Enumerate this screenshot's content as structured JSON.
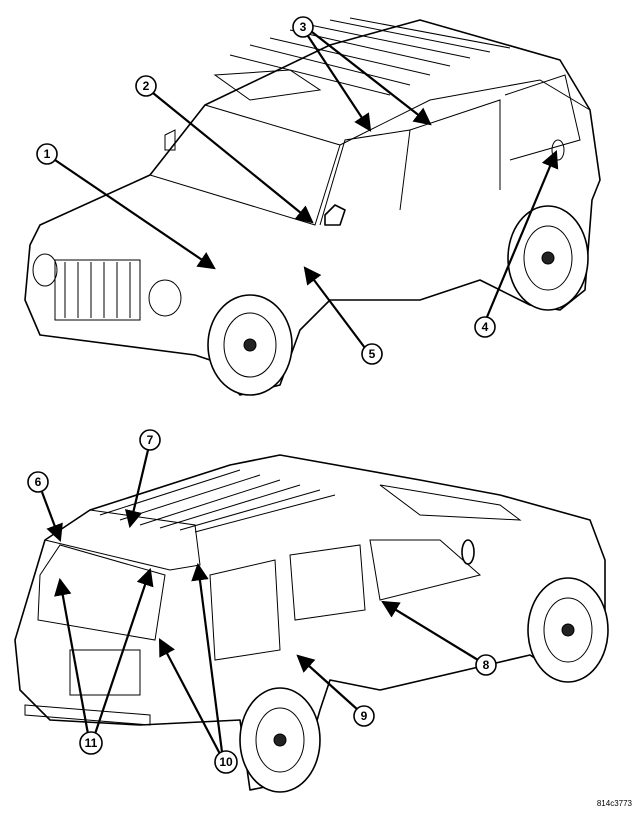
{
  "figure_code": "814c3773",
  "callouts": [
    {
      "label": "1"
    },
    {
      "label": "2"
    },
    {
      "label": "3"
    },
    {
      "label": "4"
    },
    {
      "label": "5"
    },
    {
      "label": "6"
    },
    {
      "label": "7"
    },
    {
      "label": "8"
    },
    {
      "label": "9"
    },
    {
      "label": "10"
    },
    {
      "label": "11"
    }
  ]
}
